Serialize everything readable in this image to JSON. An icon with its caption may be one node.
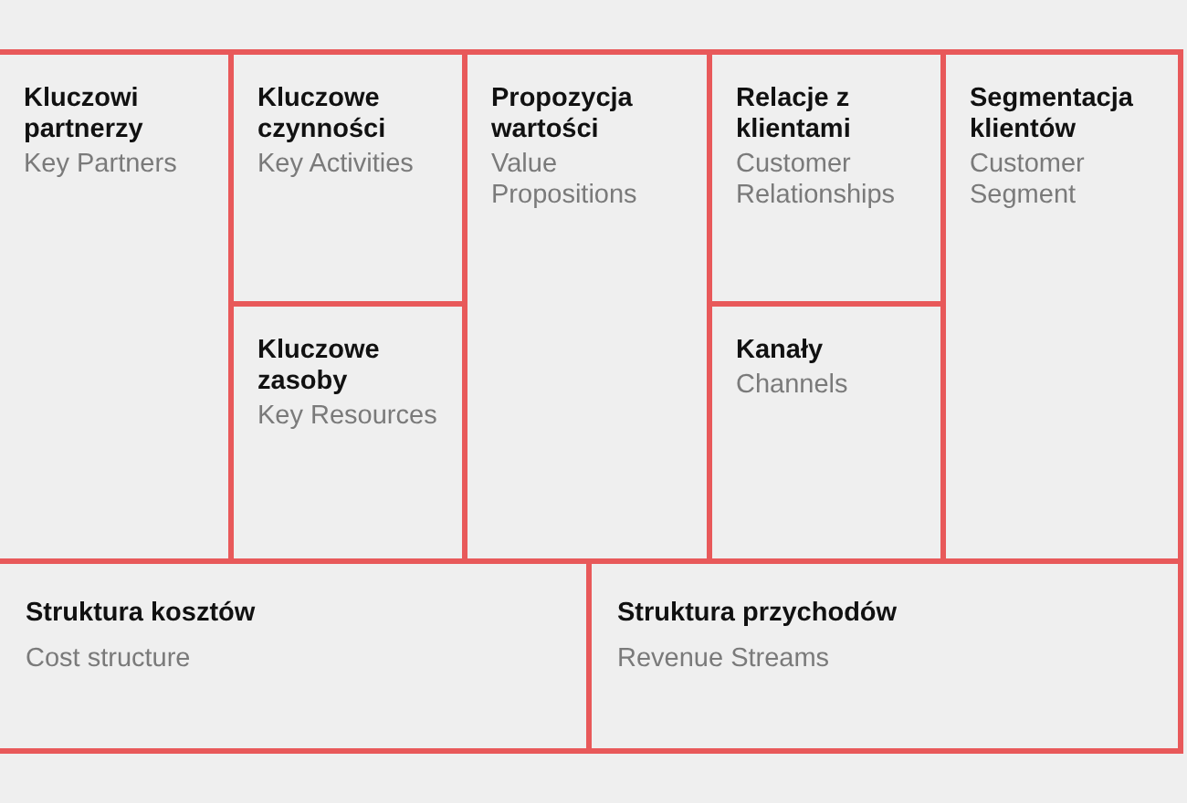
{
  "diagram": {
    "nodes": [
      {
        "text": [
          "Kluczowi partnerzy",
          "Key Partners"
        ]
      },
      {
        "text": [
          "Kluczowe czynności",
          "Key Activities"
        ]
      },
      {
        "text": [
          "Kluczowe zasoby",
          "Key Resources"
        ]
      },
      {
        "text": [
          "Propozycja wartości",
          "Value Propositions"
        ]
      },
      {
        "text": [
          "Relacje z klientami",
          "Customer Relationships"
        ]
      },
      {
        "text": [
          "Kanały",
          "Channels"
        ]
      },
      {
        "text": [
          "Segmentacja klientów",
          "Customer Segment"
        ]
      },
      {
        "text": [
          "Struktura kosztów",
          "Cost structure"
        ]
      },
      {
        "text": [
          "Struktura przychodów",
          "Revenue Streams"
        ]
      }
    ]
  }
}
